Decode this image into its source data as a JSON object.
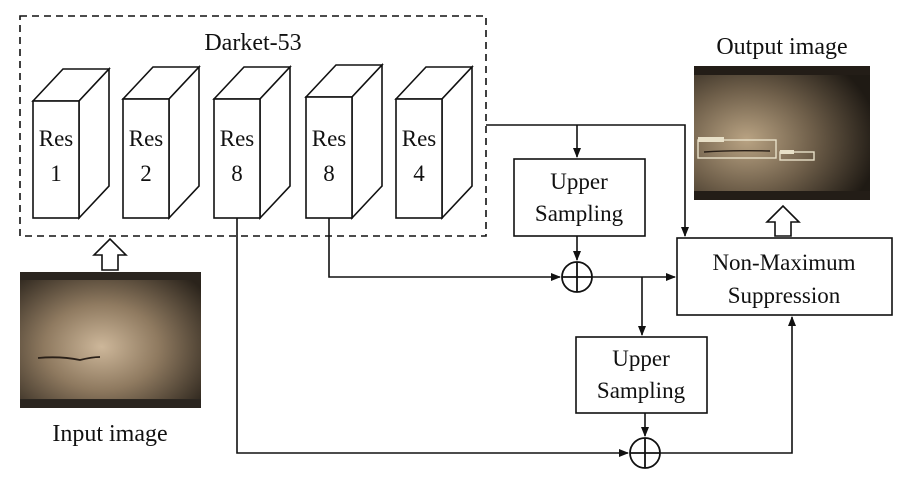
{
  "backbone": {
    "title": "Darket-53",
    "blocks": [
      {
        "line1": "Res",
        "line2": "1"
      },
      {
        "line1": "Res",
        "line2": "2"
      },
      {
        "line1": "Res",
        "line2": "8"
      },
      {
        "line1": "Res",
        "line2": "8"
      },
      {
        "line1": "Res",
        "line2": "4"
      }
    ]
  },
  "upsample_top": {
    "line1": "Upper",
    "line2": "Sampling"
  },
  "upsample_bottom": {
    "line1": "Upper",
    "line2": "Sampling"
  },
  "nms": {
    "line1": "Non-Maximum",
    "line2": "Suppression"
  },
  "input": {
    "caption": "Input image"
  },
  "output": {
    "caption": "Output image"
  }
}
